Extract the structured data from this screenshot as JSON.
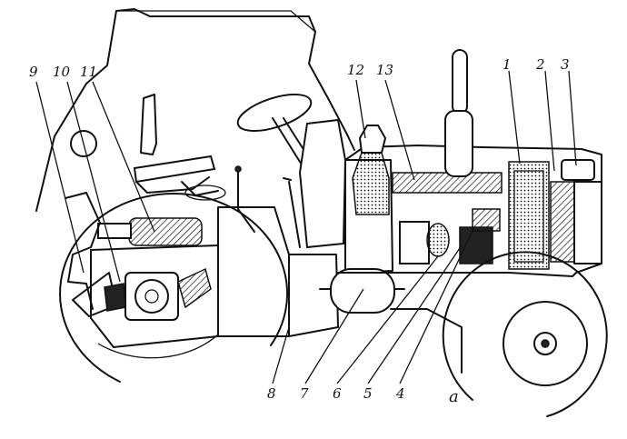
{
  "callouts": [
    {
      "id": "1",
      "text": "1"
    },
    {
      "id": "2",
      "text": "2"
    },
    {
      "id": "3",
      "text": "3"
    },
    {
      "id": "4",
      "text": "4"
    },
    {
      "id": "5",
      "text": "5"
    },
    {
      "id": "6",
      "text": "6"
    },
    {
      "id": "7",
      "text": "7"
    },
    {
      "id": "8",
      "text": "8"
    },
    {
      "id": "9",
      "text": "9"
    },
    {
      "id": "10",
      "text": "10"
    },
    {
      "id": "11",
      "text": "11"
    },
    {
      "id": "12",
      "text": "12"
    },
    {
      "id": "13",
      "text": "13"
    }
  ],
  "figure_letter": "a"
}
